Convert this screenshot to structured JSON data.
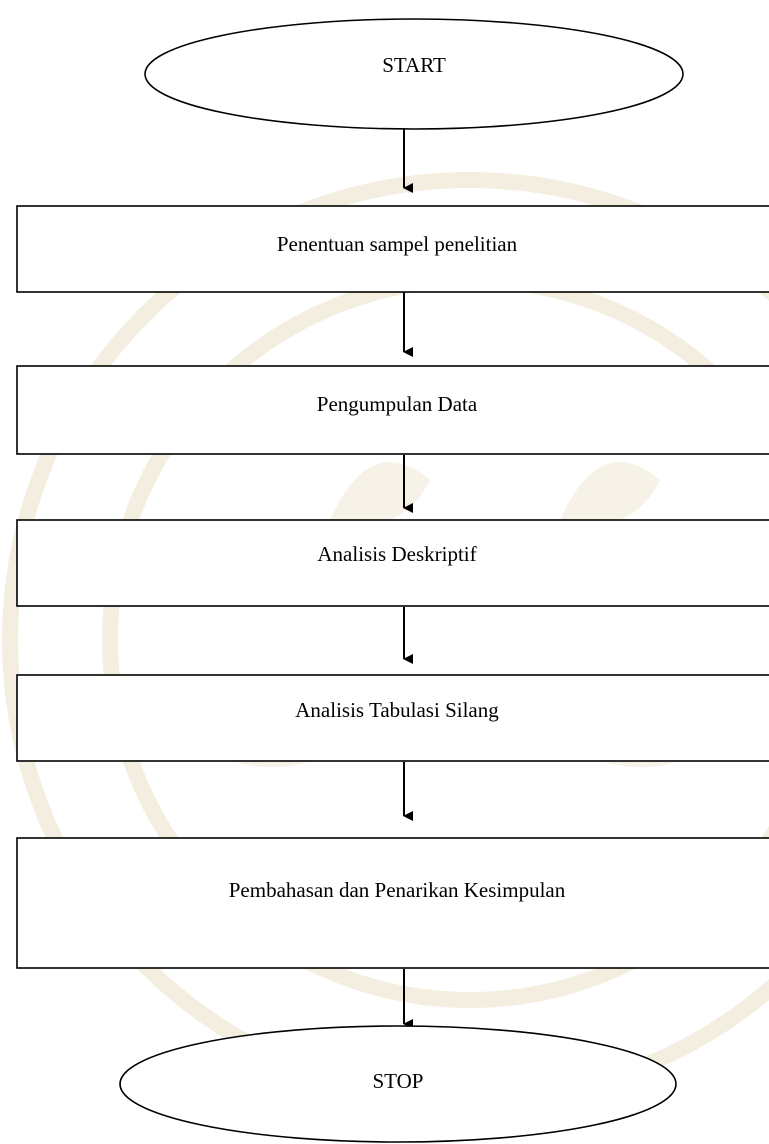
{
  "diagram": {
    "type": "flowchart",
    "nodes": [
      {
        "id": "start",
        "shape": "ellipse",
        "label": "START"
      },
      {
        "id": "sampel",
        "shape": "rect",
        "label": "Penentuan sampel penelitian"
      },
      {
        "id": "pengumpulan",
        "shape": "rect",
        "label": "Pengumpulan Data"
      },
      {
        "id": "deskriptif",
        "shape": "rect",
        "label": "Analisis Deskriptif"
      },
      {
        "id": "tabulasi",
        "shape": "rect",
        "label": "Analisis Tabulasi Silang"
      },
      {
        "id": "pembahasan",
        "shape": "rect",
        "label": "Pembahasan dan Penarikan Kesimpulan"
      },
      {
        "id": "stop",
        "shape": "ellipse",
        "label": "STOP"
      }
    ],
    "edges": [
      {
        "from": "start",
        "to": "sampel"
      },
      {
        "from": "sampel",
        "to": "pengumpulan"
      },
      {
        "from": "pengumpulan",
        "to": "deskriptif"
      },
      {
        "from": "deskriptif",
        "to": "tabulasi"
      },
      {
        "from": "tabulasi",
        "to": "pembahasan"
      },
      {
        "from": "pembahasan",
        "to": "stop"
      }
    ]
  },
  "colors": {
    "stroke": "#000000",
    "fill": "#ffffff",
    "watermark": "#f3eedf"
  }
}
